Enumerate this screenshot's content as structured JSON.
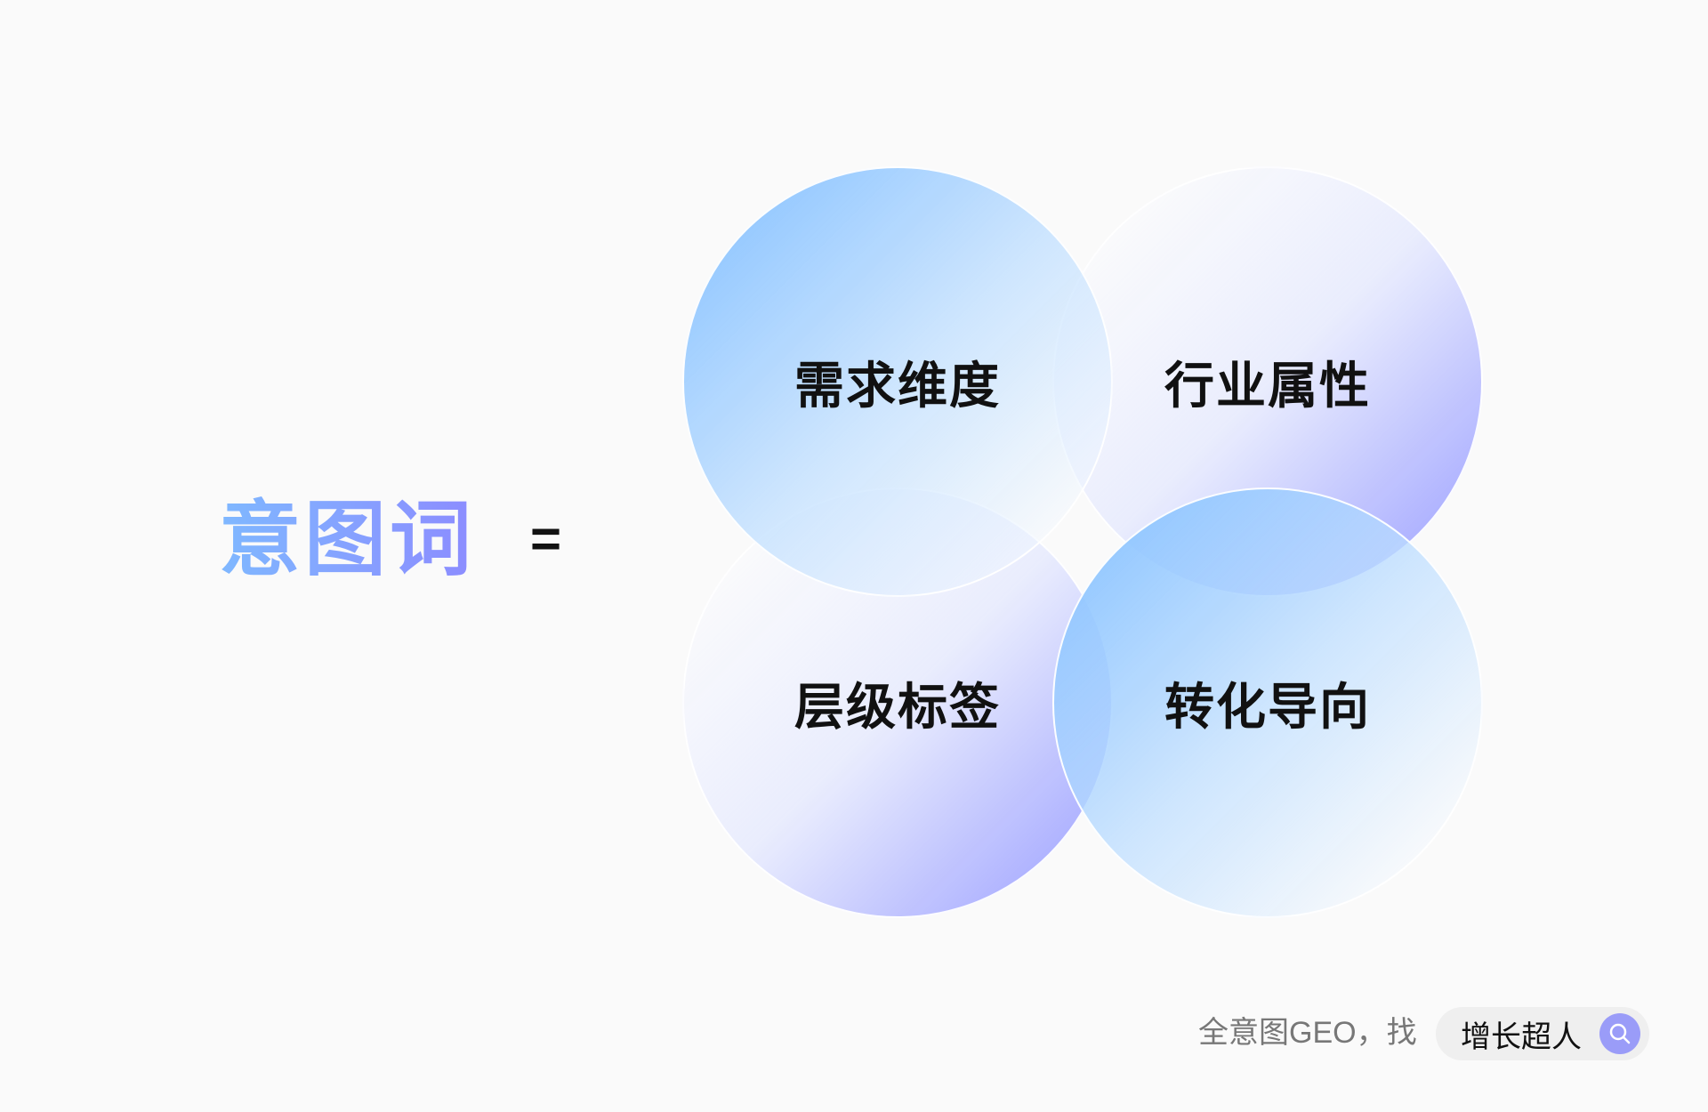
{
  "title": "意图词",
  "equals": "=",
  "circles": [
    {
      "label": "需求维度",
      "style": "blue"
    },
    {
      "label": "行业属性",
      "style": "purple"
    },
    {
      "label": "层级标签",
      "style": "purple"
    },
    {
      "label": "转化导向",
      "style": "blue"
    }
  ],
  "footer": {
    "text": "全意图GEO，找",
    "search_label": "增长超人",
    "search_icon": "search-icon"
  },
  "colors": {
    "blue": "#8cc4ff",
    "purple": "#a0a4ff",
    "search_button": "#9a9cf8"
  }
}
